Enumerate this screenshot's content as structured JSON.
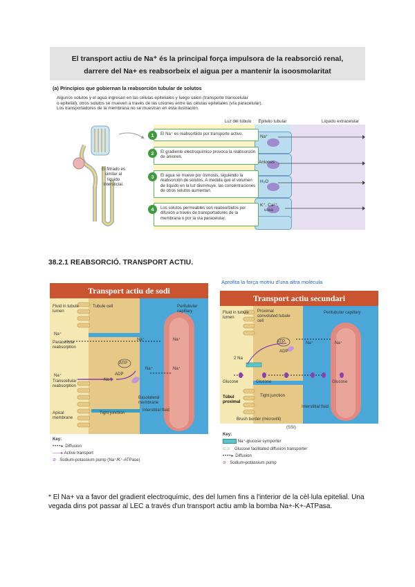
{
  "banner": {
    "line1": "El transport actiu de Na⁺ és la principal força impulsora de la reabsorció renal,",
    "line2": "darrere del Na+ es reabsorbeix el aigua per a mantenir la isoosmolaritat"
  },
  "top_figure": {
    "section_title": "(a) Principios que gobiernan la reabsorción tubular de solutos",
    "intro": [
      "Algunos solutos y el agua ingresan en las células epiteliales y luego salen (transporte transcelular",
      "o epitelial), otros solutos se mueven a través de las uniones entre las células epiteliales (vía paracelular).",
      "Los transportadores de la membrana no se muestran en esta ilustración."
    ],
    "filtrate_label": "El filtrado es similar al líquido intersticial.",
    "column_headers": {
      "lumen": "Luz del túbulo",
      "epithelium": "Epitelio tubular",
      "ecf": "Líquido extracelular"
    },
    "steps": [
      {
        "num": "1",
        "text": "El Na⁺ es reabsorbido por transporte activo."
      },
      {
        "num": "2",
        "text": "El gradiente electroquímico provoca la reabsorción de aniones."
      },
      {
        "num": "3",
        "text": "El agua se mueve por ósmosis, siguiendo la reabsorción de solutos. A medida que el volumen de líquido en la luz disminuye, las concentraciones de otros solutos aumentan."
      },
      {
        "num": "4",
        "text": "Los solutos permeables son reabsorbidos por difusión a través de transportadores de la membrana o por la vía paracelular."
      }
    ],
    "solutes": {
      "na": "Na⁺",
      "anions": "Aniones",
      "water": "H₂O",
      "others_1": "K⁺, Ca²⁺,",
      "others_2": "urea"
    }
  },
  "heading": "38.2.1 REABSORCIÓ. TRANSPORT ACTIU.",
  "left_panel": {
    "title": "Transport actiu de sodi",
    "labels": {
      "lumen": "Fluid in tubule lumen",
      "tubule_cell": "Tubule cell",
      "capillary": "Peritubular capillary",
      "na": "Na⁺",
      "paracellular": "Paracellular reabsorption",
      "atp": "ATP",
      "adp": "ADP",
      "transcellular": "Transcellular reabsorption",
      "basolateral": "Basolateral membrane",
      "interstitial": "Interstitial fluid",
      "apical": "Apical membrane",
      "tight_junction": "Tight junction"
    },
    "key_title": "Key:",
    "key": [
      "Diffusion",
      "Active transport",
      "Sodium-potassium pump (Na⁺/K⁺-ATPase)"
    ]
  },
  "right_panel": {
    "note": "Aprofita la força motriu d'una altra molècula",
    "title": "Transport actiu secundari",
    "labels": {
      "lumen": "Fluid in tubule lumen",
      "proximal_cell": "Proximal convoluted tubule cell",
      "capillary": "Peritubular capillary",
      "atp": "ATP",
      "adp": "ADP",
      "two_na": "2 Na",
      "na": "Na⁺",
      "glucose": "Glucose",
      "tubul": "Túbul proximal",
      "tight_junction": "Tight junction",
      "interstitial": "Interstitial fluid",
      "brush": "Brush border (microvilli)",
      "ssi": "(SSI)"
    },
    "key_title": "Key:",
    "key": [
      "Na⁺-glucose symporter",
      "Glucose facilitated diffusion transporter",
      "Diffusion",
      "Sodium-potassium pump"
    ]
  },
  "footnote": "* El Na+ va a favor del gradient electroquímic, des del lumen fins a l'interior de la cèl·lula epitelial. Una vegada dins pot passar al LEC a través d'un transport actiu amb la bomba Na+-K+-ATPasa.",
  "colors": {
    "title_bar": "#c9542f",
    "cell_tan": "#e6c987",
    "interstitial_blue": "#4aa7d8",
    "capillary_red": "#e08a80",
    "step_green": "#3d9a3d",
    "note_blue": "#2b63b5"
  }
}
